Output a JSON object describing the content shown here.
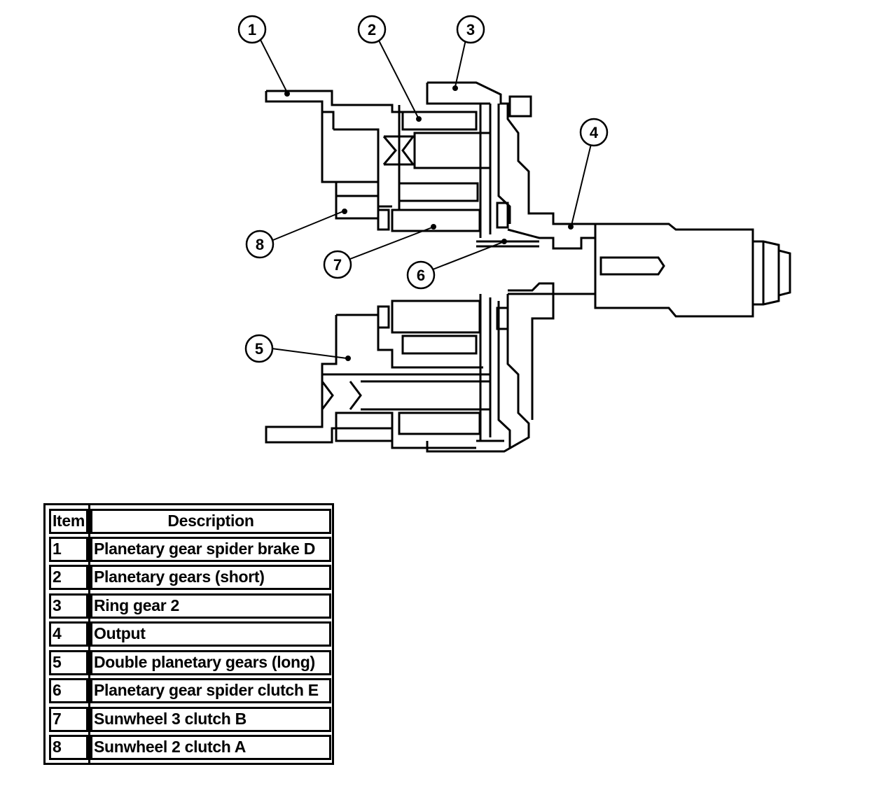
{
  "callouts": [
    "1",
    "2",
    "3",
    "4",
    "5",
    "6",
    "7",
    "8"
  ],
  "table": {
    "headers": {
      "item": "Item",
      "description": "Description"
    },
    "rows": [
      {
        "item": "1",
        "description": "Planetary gear spider brake D"
      },
      {
        "item": "2",
        "description": "Planetary gears (short)"
      },
      {
        "item": "3",
        "description": "Ring gear 2"
      },
      {
        "item": "4",
        "description": "Output"
      },
      {
        "item": "5",
        "description": "Double planetary gears (long)"
      },
      {
        "item": "6",
        "description": "Planetary gear spider clutch E"
      },
      {
        "item": "7",
        "description": "Sunwheel 3 clutch B"
      },
      {
        "item": "8",
        "description": "Sunwheel 2 clutch A"
      }
    ]
  }
}
